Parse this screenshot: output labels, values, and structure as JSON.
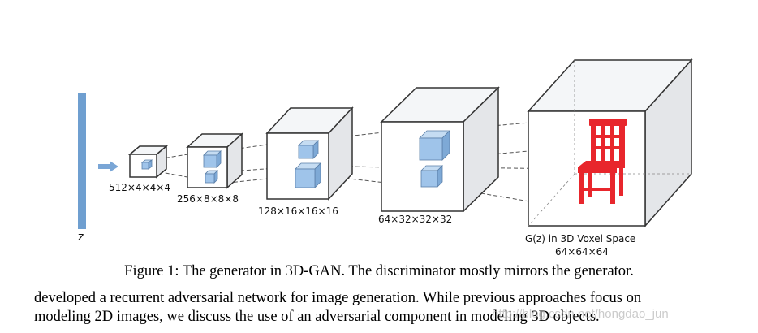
{
  "figure": {
    "input_label": "z",
    "volumes": [
      {
        "label": "512×4×4×4"
      },
      {
        "label": "256×8×8×8"
      },
      {
        "label": "128×16×16×16"
      },
      {
        "label": "64×32×32×32"
      }
    ],
    "output_label_line1": "G(z) in 3D Voxel Space",
    "output_label_line2": "64×64×64",
    "colors": {
      "input_bar": "#6f9fd0",
      "kernel_fill": "#9fc4ea",
      "chair": "#e8262c",
      "cube_edge": "#333333"
    }
  },
  "caption": "Figure 1: The generator in 3D-GAN. The discriminator mostly mirrors the generator.",
  "body_lines": [
    "developed a recurrent adversarial network for image generation. While previous approaches focus on",
    "modeling 2D images, we discuss the use of an adversarial component in modeling 3D objects."
  ],
  "watermark": "http://blog.csdn.net/hongdao_jun"
}
